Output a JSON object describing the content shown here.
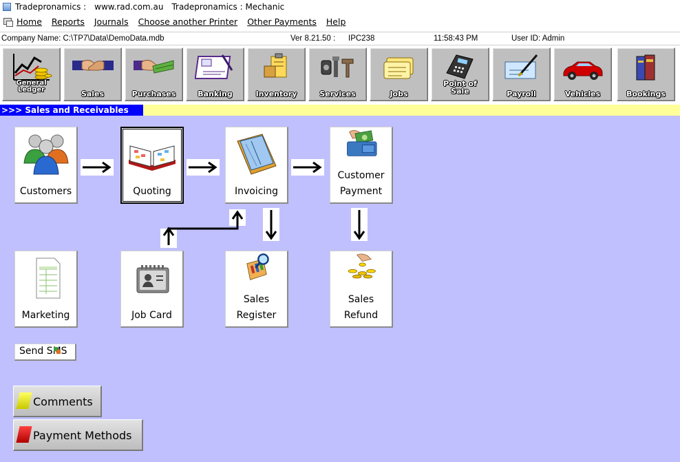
{
  "window": {
    "title_parts": [
      "Tradepronamics :",
      "www.rad.com.au",
      "Tradepronamics : Mechanic"
    ]
  },
  "menu": [
    {
      "label": "Home"
    },
    {
      "label": "Reports"
    },
    {
      "label": "Journals"
    },
    {
      "label": "Choose another Printer"
    },
    {
      "label": "Other Payments"
    },
    {
      "label": "Help"
    }
  ],
  "status": {
    "company": "Company Name: C:\\TP7\\Data\\DemoData.mdb",
    "version": "Ver 8.21.50 :",
    "ipc": "IPC238",
    "time": "11:58:43 PM",
    "user": "User ID: Admin"
  },
  "toolbar": [
    {
      "label": "General Ledger",
      "icon": "general-ledger-icon"
    },
    {
      "label": "Sales",
      "icon": "handshake-icon"
    },
    {
      "label": "Purchases",
      "icon": "money-handshake-icon"
    },
    {
      "label": "Banking",
      "icon": "cheque-book-icon"
    },
    {
      "label": "Inventory",
      "icon": "clipboard-icon"
    },
    {
      "label": "Services",
      "icon": "tools-icon"
    },
    {
      "label": "Jobs",
      "icon": "job-cards-icon"
    },
    {
      "label": "Point of Sale",
      "icon": "eftpos-icon"
    },
    {
      "label": "Payroll",
      "icon": "pen-cheque-icon"
    },
    {
      "label": "Vehicles",
      "icon": "car-icon"
    },
    {
      "label": "Bookings",
      "icon": "books-icon"
    }
  ],
  "section": {
    "title": ">>>  Sales and Receivables"
  },
  "cards": {
    "customers": {
      "label": "Customers"
    },
    "quoting": {
      "label": "Quoting"
    },
    "invoicing": {
      "label": "Invoicing"
    },
    "customer_payment": {
      "line1": "Customer",
      "line2": "Payment"
    },
    "marketing": {
      "label": "Marketing"
    },
    "job_card": {
      "label": "Job Card"
    },
    "sales_register": {
      "line1": "Sales",
      "line2": "Register"
    },
    "sales_refund": {
      "line1": "Sales",
      "line2": "Refund"
    }
  },
  "buttons": {
    "send_sms": "Send SMS",
    "comments": "Comments",
    "payment_methods": "Payment Methods"
  },
  "colors": {
    "workspace": "#c0c0ff",
    "section_blue": "#0000ff",
    "section_yellow": "#ffff99",
    "toolbar_button": "#bfbfbf"
  }
}
